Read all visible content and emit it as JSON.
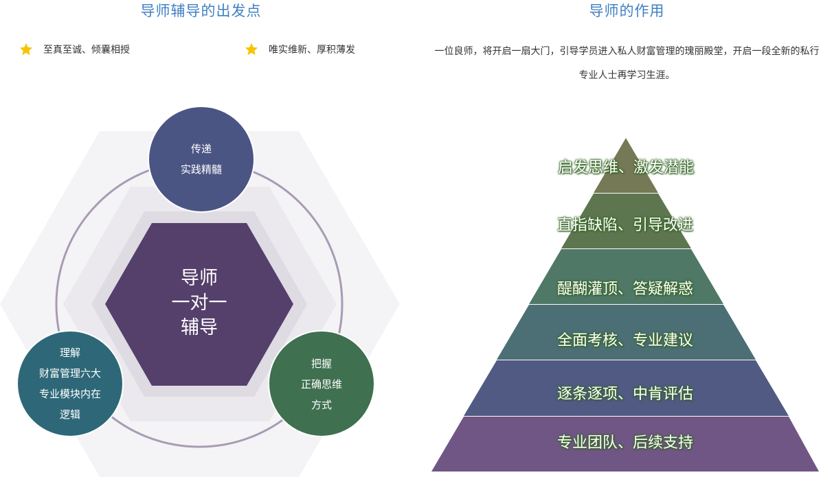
{
  "left": {
    "title": "导师辅导的出发点",
    "points": [
      "至真至诚、倾囊相授",
      "唯实维新、厚积薄发"
    ],
    "center": [
      "导师",
      "一对一",
      "辅导"
    ],
    "circles": {
      "top": [
        "传递",
        "实践精髓"
      ],
      "bottom_left": [
        "理解",
        "财富管理六大",
        "专业模块内在",
        "逻辑"
      ],
      "bottom_right": [
        "把握",
        "正确思维",
        "方式"
      ]
    }
  },
  "right": {
    "title": "导师的作用",
    "description": "一位良师，将开启一扇大门，引导学员进入私人财富管理的瑰丽殿堂，开启一段全新的私行专业人士再学习生涯。",
    "pyramid": [
      "启发思维、激发潜能",
      "直指缺陷、引导改进",
      "醍醐灌顶、答疑解惑",
      "全面考核、专业建议",
      "逐条逐项、中肯评估",
      "专业团队、后续支持"
    ]
  },
  "colors": {
    "title": "#3f7fc3",
    "star": "#f5c400",
    "center_hex": "#553f6b",
    "circle_top": "#4b5584",
    "circle_left": "#2e6878",
    "circle_right": "#3f7050",
    "ring": "#a79cb3",
    "pyramid": [
      "#767956",
      "#5e7650",
      "#4f7866",
      "#4b6f75",
      "#505a82",
      "#705685"
    ]
  }
}
